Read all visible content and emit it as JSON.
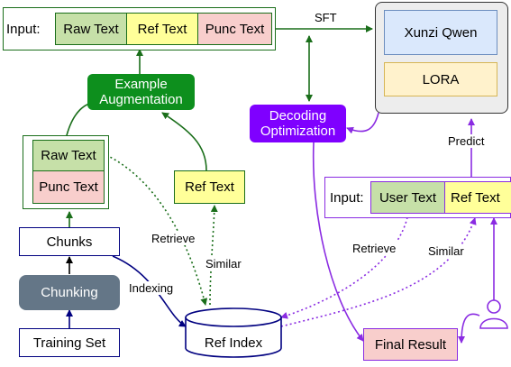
{
  "input_top": {
    "prefix": "Input:",
    "raw": "Raw Text",
    "ref": "Ref Text",
    "punc": "Punc Text"
  },
  "model": {
    "name": "Xunzi Qwen",
    "adapter": "LORA"
  },
  "edge_labels": {
    "sft": "SFT",
    "predict": "Predict",
    "retrieve": "Retrieve",
    "similar": "Similar",
    "indexing": "Indexing"
  },
  "nodes": {
    "example_augmentation": "Example Augmentation",
    "decoding_optimization": "Decoding Optimization",
    "raw_text": "Raw Text",
    "punc_text": "Punc Text",
    "ref_text": "Ref Text",
    "chunks": "Chunks",
    "chunking": "Chunking",
    "training_set": "Training Set",
    "ref_index": "Ref Index",
    "final_result": "Final Result"
  },
  "input_bottom": {
    "prefix": "Input:",
    "user": "User Text",
    "ref": "Ref Text"
  },
  "user_icon": "person-icon",
  "colors": {
    "green_fill": "#c6e0a8",
    "yellow_fill": "#ffff99",
    "pink_fill": "#f8cecc",
    "dark_green": "#1a6e1a",
    "green_node": "#0d8f1d",
    "purple": "#8a2be2",
    "purple_node": "#7f00ff",
    "navy": "#000080",
    "gray_node": "#647687",
    "blue_fill": "#dae8fc",
    "cream_fill": "#fff2cc"
  }
}
